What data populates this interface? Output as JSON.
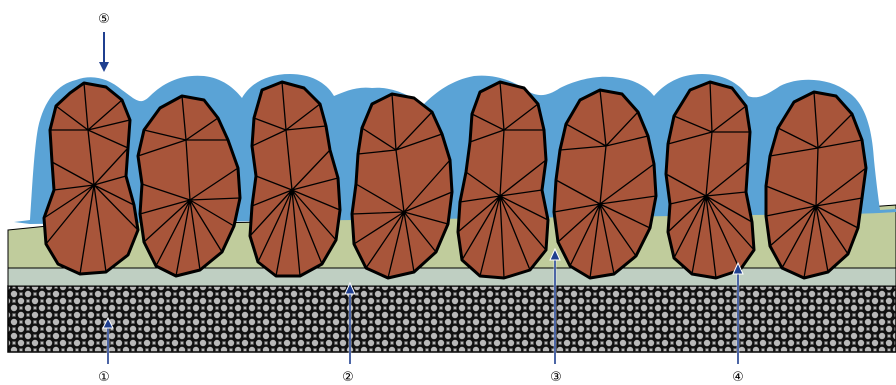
{
  "labels": {
    "one": "①",
    "two": "②",
    "three": "③",
    "four": "④",
    "five": "⑤"
  },
  "colors": {
    "background": "#ffffff",
    "coating": "#5aa3d6",
    "binder": "#c0cc9c",
    "base_layer": "#bfcfc2",
    "substrate": "#b8b8b8",
    "granule": "#a8553a",
    "arrow": "#1f3f8f",
    "outline": "#000000"
  }
}
